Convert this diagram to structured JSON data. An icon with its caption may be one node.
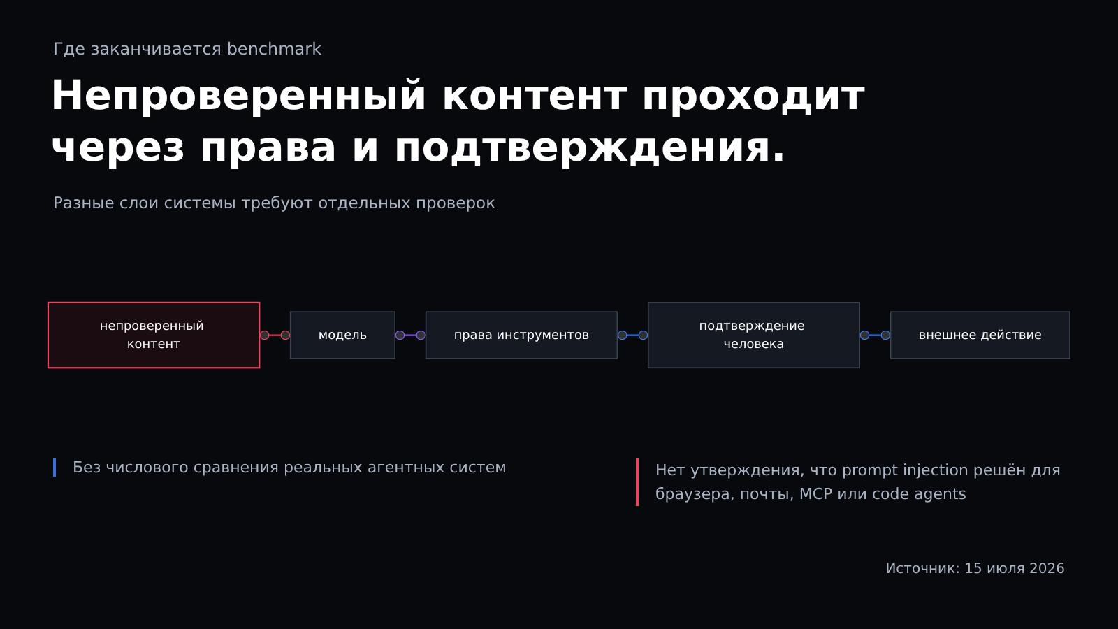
{
  "diagram": {
    "title": "Непроверенный контент проходит через права и подтверждения.",
    "nodes": [
      {
        "text": [
          "непроверенный контент"
        ]
      },
      {
        "text": [
          "модель"
        ]
      },
      {
        "text": [
          "права инструментов"
        ]
      },
      {
        "text": [
          "подтверждение человека"
        ]
      },
      {
        "text": [
          "внешнее действие"
        ]
      }
    ],
    "edges": [
      {
        "from": 0,
        "to": 1,
        "arrow": "other",
        "color": "#e8455f"
      },
      {
        "from": 1,
        "to": 2,
        "arrow": "other",
        "color": "#8a5cf6"
      },
      {
        "from": 2,
        "to": 3,
        "arrow": "other"
      },
      {
        "from": 3,
        "to": 4,
        "arrow": "other"
      }
    ],
    "labels": [
      "Где заканчивается benchmark",
      "Разные слои системы требуют отдельных проверок",
      "Без числового сравнения реальных агентных систем",
      "Нет утверждения, что prompt injection решён для браузера, почты, MCP или code agents",
      "Источник: 15 июля 2026"
    ]
  }
}
